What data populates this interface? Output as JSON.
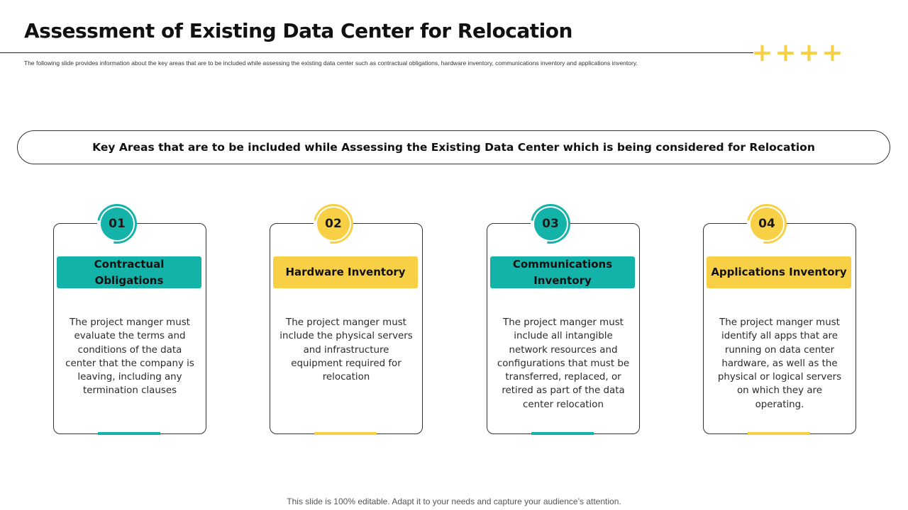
{
  "page": {
    "title": "Assessment of Existing Data Center for Relocation",
    "subtitle": "The following slide provides information about the key areas that are to be included while assessing the existing data center such as contractual obligations, hardware inventory, communications inventory and applications inventory.",
    "decoration": {
      "plus_symbols": [
        "+",
        "+",
        "+",
        "+"
      ],
      "plus_color": "#F7D046"
    },
    "banner_text": "Key Areas that are to be included while Assessing the Existing Data Center which is being considered for Relocation",
    "footer_text": "This slide is 100% editable. Adapt it to your needs and capture your audience’s attention."
  },
  "colors": {
    "teal": "#14B3AA",
    "yellow": "#F7D046"
  },
  "cards": [
    {
      "number": "01",
      "title": "Contractual Obligations",
      "description": "The project manger must evaluate the terms and conditions of the data center that the company is leaving, including any termination clauses",
      "accent": "#14B3AA"
    },
    {
      "number": "02",
      "title": "Hardware Inventory",
      "description": "The project manger must include the physical servers and infrastructure equipment required for relocation",
      "accent": "#F7D046"
    },
    {
      "number": "03",
      "title": "Communications Inventory",
      "description": "The project manger must include all intangible network resources and configurations that must be transferred, replaced, or retired as part of the data center relocation",
      "accent": "#14B3AA"
    },
    {
      "number": "04",
      "title": "Applications Inventory",
      "description": "The project manger must identify all apps that are running on data center hardware, as well as the physical or logical servers on which they are operating.",
      "accent": "#F7D046"
    }
  ]
}
